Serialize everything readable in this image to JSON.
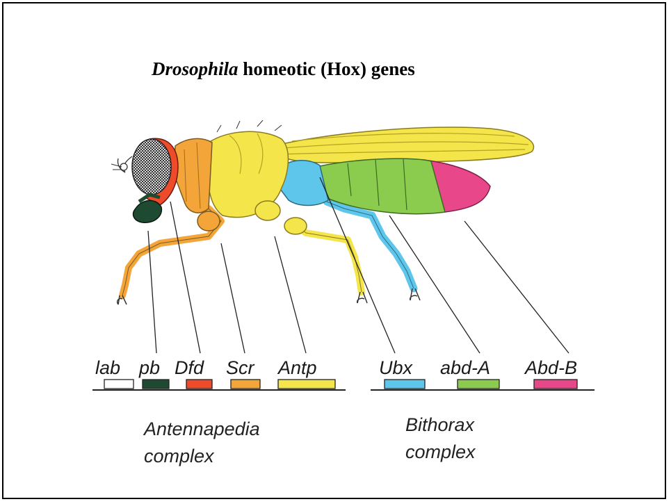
{
  "title": {
    "italic": "Drosophila",
    "rest": " homeotic (Hox) genes"
  },
  "genes": [
    {
      "id": "lab",
      "label": "lab",
      "color": "#ffffff"
    },
    {
      "id": "pb",
      "label": "pb",
      "color": "#1f4a32"
    },
    {
      "id": "dfd",
      "label": "Dfd",
      "color": "#ee4b2b"
    },
    {
      "id": "scr",
      "label": "Scr",
      "color": "#f4a53a"
    },
    {
      "id": "antp",
      "label": "Antp",
      "color": "#f4e64a"
    },
    {
      "id": "ubx",
      "label": "Ubx",
      "color": "#5ec6ea"
    },
    {
      "id": "abda",
      "label": "abd-A",
      "color": "#8bcc4e"
    },
    {
      "id": "abdb",
      "label": "Abd-B",
      "color": "#e8488a"
    }
  ],
  "complexes": {
    "antennapedia": {
      "line1": "Antennapedia",
      "line2": "complex"
    },
    "bithorax": {
      "line1": "Bithorax",
      "line2": "complex"
    }
  }
}
